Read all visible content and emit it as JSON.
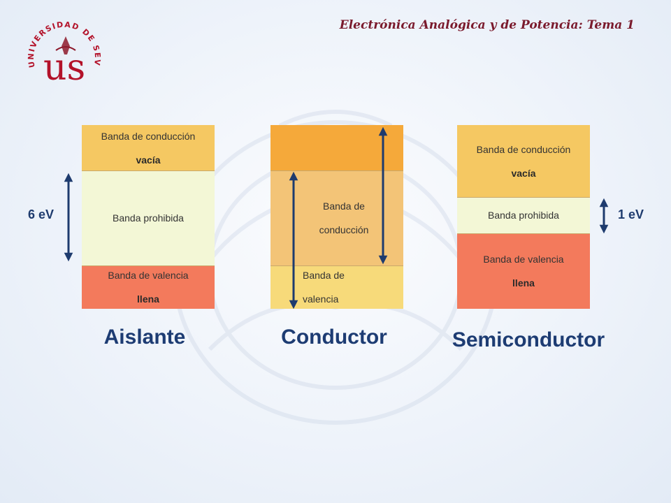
{
  "header": {
    "title": "Electrónica Analógica y de Potencia: Tema 1"
  },
  "logo": {
    "ring_text": "UNIVERSIDAD DE SEVILLA",
    "letters": "us"
  },
  "icons": {
    "logo": "university-seal-icon",
    "arrow": "double-headed-arrow-icon"
  },
  "colors": {
    "conduction_band": "#f5c862",
    "forbidden_band": "#f3f7d6",
    "valence_band": "#f37a5c",
    "arrow": "#1e3b6e",
    "title_text": "#1d3c73",
    "header_text": "#7a1a2c"
  },
  "diagrams": {
    "insulator": {
      "name": "Aislante",
      "conduction": {
        "line1": "Banda de conducción",
        "line2": "vacía"
      },
      "forbidden": "Banda prohibida",
      "valence": {
        "line1": "Banda de valencia",
        "line2": "llena"
      },
      "gap_label": "6 eV"
    },
    "conductor": {
      "name": "Conductor",
      "conduction": {
        "line1": "Banda de",
        "line2": "conducción"
      },
      "valence": {
        "line1": "Banda de",
        "line2": "valencia"
      }
    },
    "semiconductor": {
      "name": "Semiconductor",
      "conduction": {
        "line1": "Banda de conducción",
        "line2": "vacía"
      },
      "forbidden": "Banda prohibida",
      "valence": {
        "line1": "Banda de valencia",
        "line2": "llena"
      },
      "gap_label": "1 eV"
    }
  }
}
